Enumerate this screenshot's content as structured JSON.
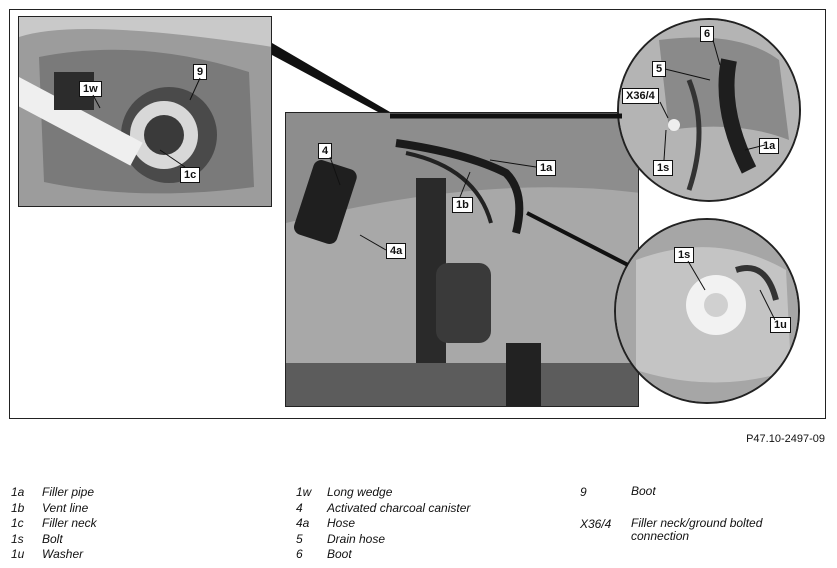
{
  "figure": {
    "reference": "P47.10-2497-09",
    "callouts": {
      "inset_top_left": [
        "1w",
        "9",
        "1c"
      ],
      "main": [
        "4",
        "1a",
        "1b",
        "4a"
      ],
      "inset_top_right": [
        "6",
        "5",
        "X36/4",
        "1s",
        "1a"
      ],
      "inset_bottom_right": [
        "1s",
        "1u"
      ]
    }
  },
  "legend": {
    "col1": [
      {
        "key": "1a",
        "label": "Filler pipe"
      },
      {
        "key": "1b",
        "label": "Vent line"
      },
      {
        "key": "1c",
        "label": "Filler neck"
      },
      {
        "key": "1s",
        "label": "Bolt"
      },
      {
        "key": "1u",
        "label": "Washer"
      }
    ],
    "col2": [
      {
        "key": "1w",
        "label": "Long wedge"
      },
      {
        "key": "4",
        "label": "Activated charcoal canister"
      },
      {
        "key": "4a",
        "label": "Hose"
      },
      {
        "key": "5",
        "label": "Drain hose"
      },
      {
        "key": "6",
        "label": "Boot"
      }
    ],
    "col3": [
      {
        "key": "9",
        "label": "Boot"
      },
      {
        "key": "X36/4",
        "label": "Filler neck/ground bolted connection"
      }
    ]
  }
}
